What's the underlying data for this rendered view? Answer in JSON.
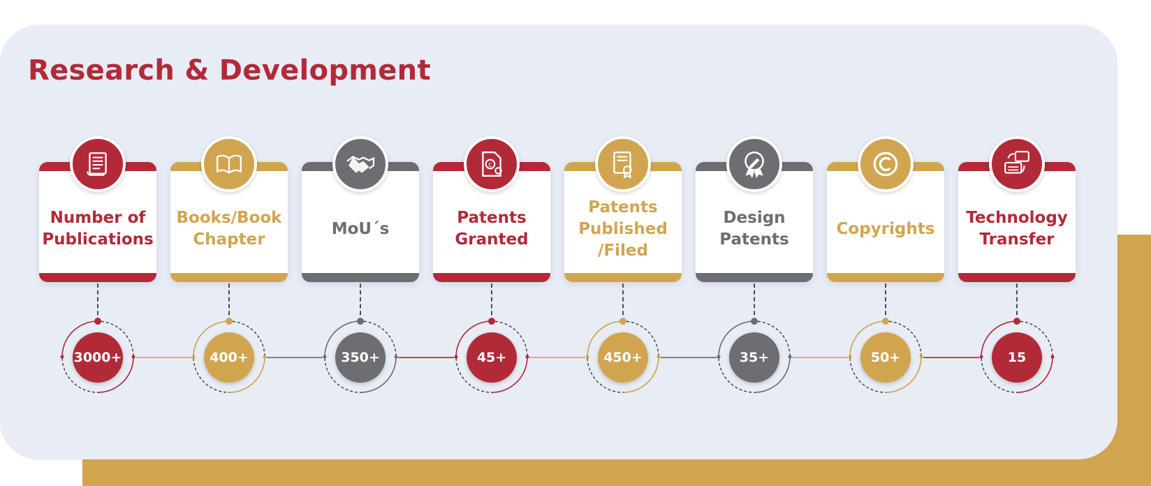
{
  "title": "Research & Development",
  "colors": {
    "red": "#b22a38",
    "gold": "#d1a550",
    "grey": "#6d6e72"
  },
  "items": [
    {
      "label": "Number of Publications",
      "value": "3000+",
      "theme": "red",
      "icon": "publication-icon"
    },
    {
      "label": "Books/Book Chapter",
      "value": "400+",
      "theme": "gold",
      "icon": "book-icon"
    },
    {
      "label": "MoU´s",
      "value": "350+",
      "theme": "grey",
      "icon": "handshake-icon"
    },
    {
      "label": "Patents Granted",
      "value": "45+",
      "theme": "red",
      "icon": "patent-document-icon"
    },
    {
      "label": "Patents Published /Filed",
      "value": "450+",
      "theme": "gold",
      "icon": "certificate-icon"
    },
    {
      "label": "Design Patents",
      "value": "35+",
      "theme": "grey",
      "icon": "award-pencil-icon"
    },
    {
      "label": "Copyrights",
      "value": "50+",
      "theme": "gold",
      "icon": "copyright-icon"
    },
    {
      "label": "Technology Transfer",
      "value": "15",
      "theme": "red",
      "icon": "technology-transfer-icon"
    }
  ]
}
